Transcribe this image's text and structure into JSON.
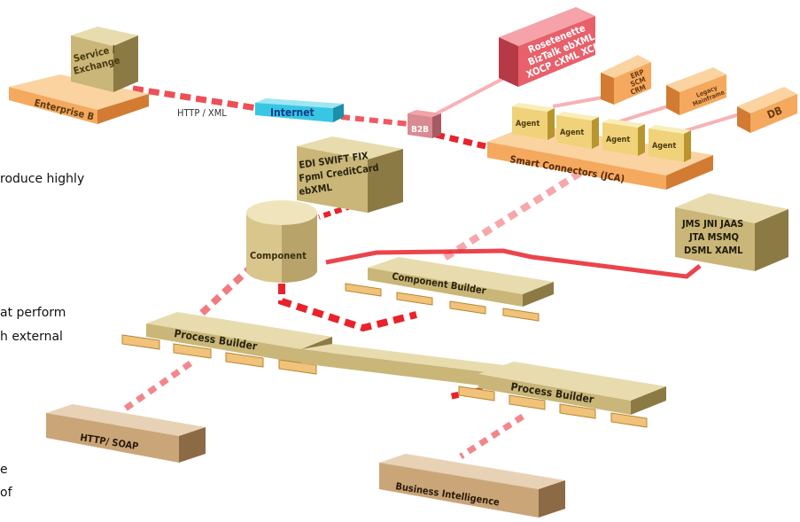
{
  "side_text": {
    "line1": "roduce highly",
    "line2": "at perform",
    "line3": "h external",
    "line4": "e",
    "line5": "of"
  },
  "nodes": {
    "service_exchange": [
      "Service /",
      "Exchange"
    ],
    "enterprise_b": "Enterprise B",
    "http_xml": "HTTP / XML",
    "internet": "Internet",
    "b2b": "B2B",
    "rosettanet": [
      "Rosetenette",
      "BizTalk ebXML",
      "XOCP cXML XCBL"
    ],
    "erp": [
      "ERP",
      "SCM",
      "CRM"
    ],
    "legacy": [
      "Legacy",
      "Mainframe"
    ],
    "db": "DB",
    "agent": "Agent",
    "smart_connectors": "Smart Connectors (JCA)",
    "edi": [
      "EDI SWIFT FIX",
      "Fpml CreditCard",
      "ebXML"
    ],
    "component": "Component",
    "jms": [
      "JMS JNI JAAS",
      "JTA MSMQ",
      "DSML XAML"
    ],
    "component_builder": "Component Builder",
    "process_builder": "Process Builder",
    "http_soap": "HTTP/ SOAP",
    "business_intelligence": "Business Intelligence"
  },
  "colors": {
    "box_front": "#c9b678",
    "box_top": "#e8dcae",
    "box_side": "#8c7a45",
    "orange_front": "#f4a95e",
    "orange_top": "#fbd3a0",
    "orange_side": "#d27b32",
    "red_front": "#e8606a",
    "red_top": "#f5a2a8",
    "red_side": "#b53a45",
    "connector": "#e8232b",
    "internet": "#37c7e5"
  }
}
